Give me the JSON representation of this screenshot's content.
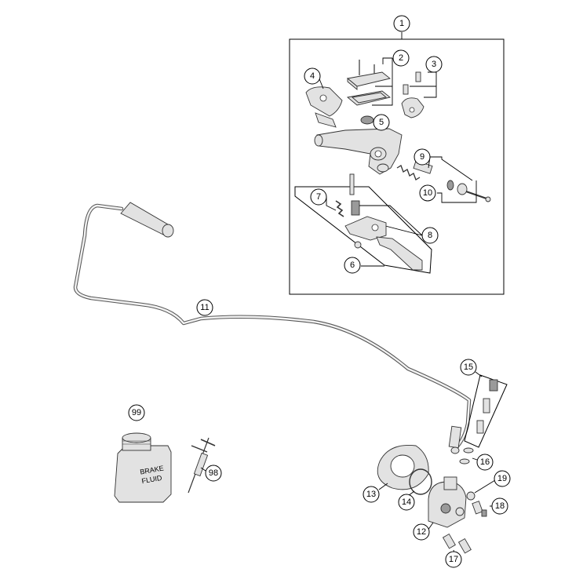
{
  "callouts": {
    "c1": "1",
    "c2": "2",
    "c3": "3",
    "c4": "4",
    "c5": "5",
    "c6": "6",
    "c7": "7",
    "c8": "8",
    "c9": "9",
    "c10": "10",
    "c11": "11",
    "c12": "12",
    "c13": "13",
    "c14": "14",
    "c15": "15",
    "c16": "16",
    "c17": "17",
    "c18": "18",
    "c19": "19",
    "c98": "98",
    "c99": "99"
  },
  "bottle": {
    "line1": "BRAKE",
    "line2": "FLUID"
  },
  "colors": {
    "line": "#333333",
    "part_fill": "#e2e2e2",
    "part_dark": "#9a9a9a",
    "background": "#ffffff"
  }
}
